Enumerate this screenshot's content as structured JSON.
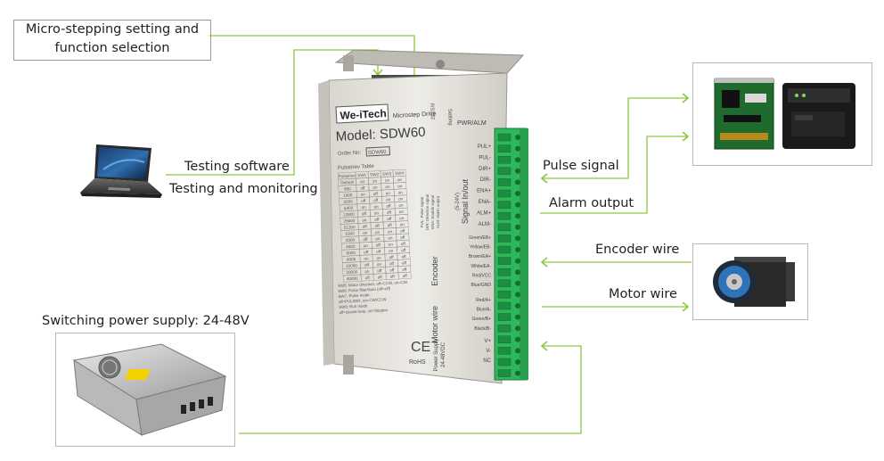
{
  "callouts": {
    "microstep_line1": "Micro-stepping setting and",
    "microstep_line2": "function selection",
    "testing_software": "Testing software",
    "testing_monitoring": "Testing and monitoring",
    "power_supply": "Switching power supply: 24-48V",
    "pulse_signal": "Pulse signal",
    "alarm_output": "Alarm output",
    "encoder_wire": "Encoder wire",
    "motor_wire": "Motor wire"
  },
  "device": {
    "brand": "We-iTech",
    "subtitle": "Microstep Drive",
    "model": "Model: SDW60",
    "order_no_label": "Order No:",
    "order_no": "SDW60",
    "setting_label": "Setting",
    "rs232_label": "RS232",
    "pwr_alm": "PWR/ALM",
    "table_title": "Pulse/rev Table",
    "table_headers": [
      "Pulse/rev",
      "SW1",
      "SW2",
      "SW3",
      "SW4"
    ],
    "table_rows": [
      [
        "Default",
        "on",
        "on",
        "on",
        "on"
      ],
      [
        "800",
        "off",
        "on",
        "on",
        "on"
      ],
      [
        "1600",
        "on",
        "off",
        "on",
        "on"
      ],
      [
        "3200",
        "off",
        "off",
        "on",
        "on"
      ],
      [
        "6400",
        "on",
        "on",
        "off",
        "on"
      ],
      [
        "12800",
        "off",
        "on",
        "off",
        "on"
      ],
      [
        "25600",
        "on",
        "off",
        "off",
        "on"
      ],
      [
        "51200",
        "off",
        "off",
        "off",
        "on"
      ],
      [
        "1000",
        "on",
        "on",
        "on",
        "off"
      ],
      [
        "2000",
        "off",
        "on",
        "on",
        "off"
      ],
      [
        "4000",
        "on",
        "off",
        "on",
        "off"
      ],
      [
        "5000",
        "off",
        "off",
        "on",
        "off"
      ],
      [
        "8000",
        "on",
        "on",
        "off",
        "off"
      ],
      [
        "10000",
        "off",
        "on",
        "off",
        "off"
      ],
      [
        "20000",
        "on",
        "off",
        "off",
        "off"
      ],
      [
        "40000",
        "off",
        "off",
        "off",
        "off"
      ]
    ],
    "notes": [
      "SW5: Motor direction, off=CCW, on=CW",
      "SW6: Pulse filter/Auto (off=off)",
      "SW7: Pulse mode",
      "off=PUL/DIR, on=CW/CCW",
      "SW8: Run mode",
      "off=closed loop, on=Stepper"
    ],
    "signal_labels": [
      "PUL+",
      "PUL-",
      "DIR+",
      "DIR-",
      "ENA+",
      "ENA-",
      "ALM+",
      "ALM-"
    ],
    "signal_group": "Signal In/out",
    "signal_sub": "(5-24V)",
    "pin_notes": [
      "PUL: Pulse signal",
      "DIR: Direction signal",
      "ENA: Enable signal",
      "ALM: Alarm output"
    ],
    "encoder_labels": [
      "Green/EB+",
      "Yellow/EB-",
      "Brown/EA+",
      "White/EA-",
      "Red/VCC",
      "Blue/GND"
    ],
    "encoder_group": "Encoder",
    "motor_labels": [
      "Red/A+",
      "Blue/A-",
      "Green/B+",
      "Black/B-"
    ],
    "motor_group": "Motor wire",
    "power_labels": [
      "V+",
      "V-",
      "NC"
    ],
    "power_group": "Power Supply",
    "power_sub": "24-48VDC",
    "ce": "CE",
    "rohs": "RoHS"
  },
  "colors": {
    "connector_line": "#8dc63f",
    "terminal_green": "#2fb85a",
    "device_body": "#e4e2dc"
  }
}
